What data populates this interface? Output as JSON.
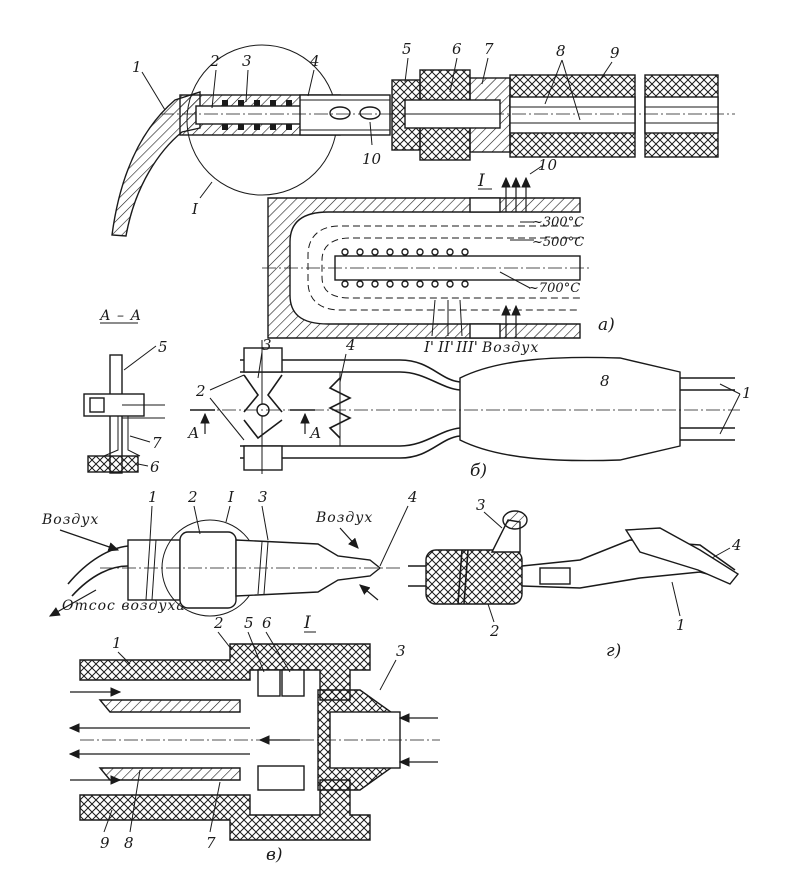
{
  "figure": {
    "a": {
      "caption": "а)",
      "callouts": [
        "1",
        "2",
        "3",
        "4",
        "5",
        "6",
        "7",
        "8",
        "9",
        "10"
      ],
      "detail_mark": "I",
      "section_label": "I",
      "section_callout": "10",
      "temperatures": [
        "~300°C",
        "~500°C",
        "~700°C"
      ],
      "zones": [
        "I'",
        "II'",
        "III'"
      ],
      "air": "Воздух"
    },
    "b": {
      "caption": "б)",
      "section_title": "А – А",
      "section_callouts": [
        "5",
        "7",
        "6"
      ],
      "callouts": [
        "2",
        "3",
        "4",
        "8",
        "1"
      ],
      "cut_letter": "А"
    },
    "v": {
      "caption": "в)",
      "air_in": "Воздух",
      "air_in_right": "Воздух",
      "air_out": "Отсос воздуха",
      "top_callouts": [
        "1",
        "2",
        "I",
        "3",
        "4"
      ],
      "detail_mark": "I",
      "detail_callouts": [
        "2",
        "5",
        "6",
        "1",
        "3",
        "9",
        "8",
        "7"
      ]
    },
    "g": {
      "caption": "г)",
      "callouts": [
        "3",
        "2",
        "4",
        "1"
      ]
    }
  }
}
